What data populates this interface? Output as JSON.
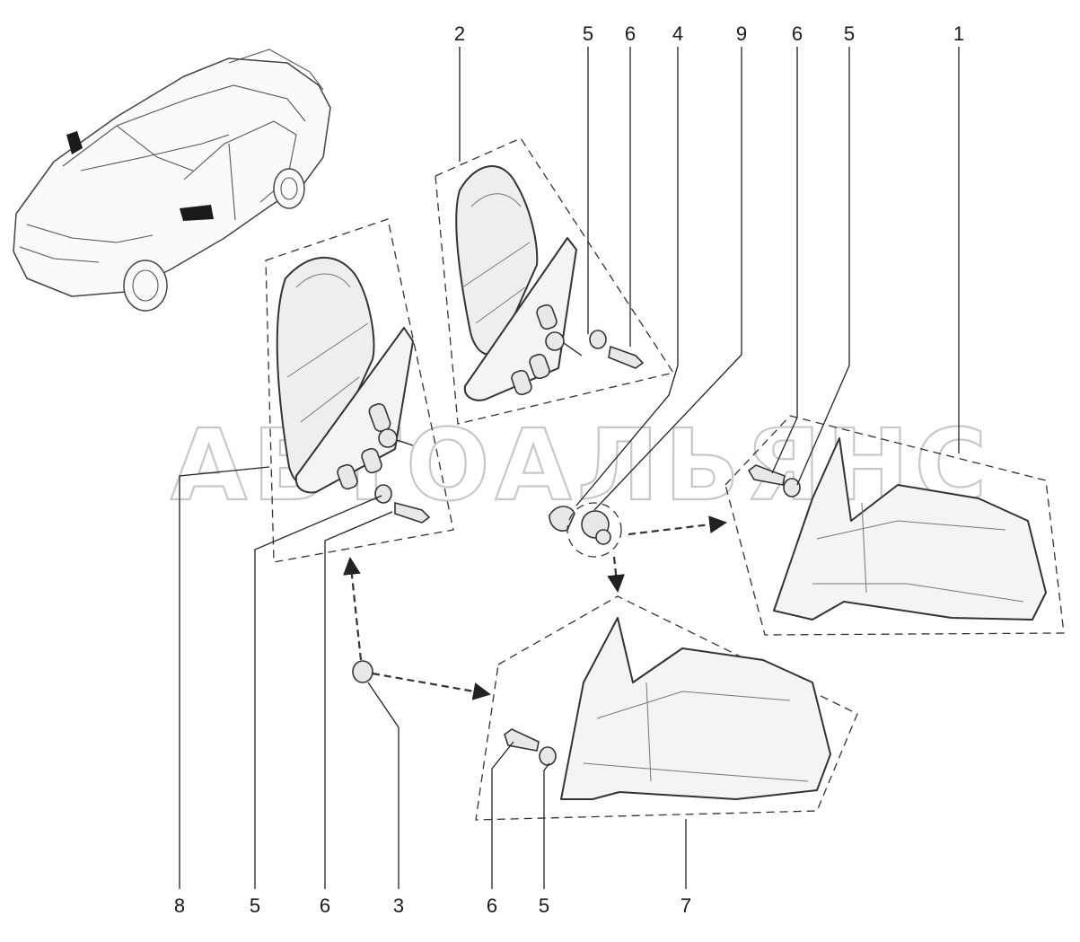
{
  "watermark": "АВТОАЛЬЯНС",
  "callouts": {
    "top": [
      "2",
      "5",
      "6",
      "4",
      "9",
      "6",
      "5",
      "1"
    ],
    "bottom": [
      "8",
      "5",
      "6",
      "3",
      "6",
      "5",
      "7"
    ]
  }
}
